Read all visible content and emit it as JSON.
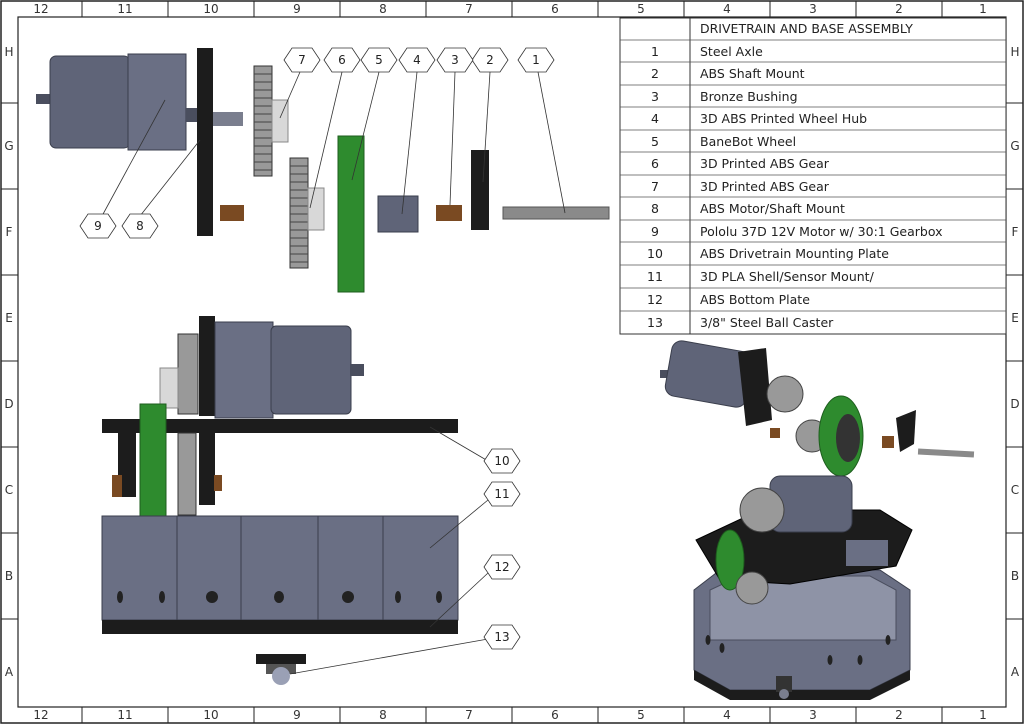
{
  "sheet": {
    "border_columns": [
      "12",
      "11",
      "10",
      "9",
      "8",
      "7",
      "6",
      "5",
      "4",
      "3",
      "2",
      "1"
    ],
    "border_rows": [
      "H",
      "G",
      "F",
      "E",
      "D",
      "C",
      "B",
      "A"
    ]
  },
  "bom": {
    "title": "DRIVETRAIN AND BASE ASSEMBLY",
    "items": [
      {
        "no": "1",
        "name": "Steel Axle"
      },
      {
        "no": "2",
        "name": "ABS Shaft Mount"
      },
      {
        "no": "3",
        "name": "Bronze Bushing"
      },
      {
        "no": "4",
        "name": "3D ABS Printed Wheel Hub"
      },
      {
        "no": "5",
        "name": "BaneBot Wheel"
      },
      {
        "no": "6",
        "name": "3D Printed ABS Gear"
      },
      {
        "no": "7",
        "name": "3D Printed ABS Gear"
      },
      {
        "no": "8",
        "name": "ABS Motor/Shaft Mount"
      },
      {
        "no": "9",
        "name": "Pololu 37D 12V Motor w/ 30:1 Gearbox"
      },
      {
        "no": "10",
        "name": "ABS Drivetrain Mounting Plate"
      },
      {
        "no": "11",
        "name": "3D PLA Shell/Sensor Mount/"
      },
      {
        "no": "12",
        "name": "ABS Bottom Plate"
      },
      {
        "no": "13",
        "name": "3/8\" Steel Ball Caster"
      }
    ]
  },
  "callouts": {
    "c1": "1",
    "c2": "2",
    "c3": "3",
    "c4": "4",
    "c5": "5",
    "c6": "6",
    "c7": "7",
    "c8": "8",
    "c9": "9",
    "c10": "10",
    "c11": "11",
    "c12": "12",
    "c13": "13"
  },
  "colors": {
    "motor": "#5f6478",
    "black_part": "#1c1c1c",
    "wheel_green": "#2e8b2e",
    "bronze": "#7a4a22",
    "steel": "#8a8a8a",
    "border": "#222"
  }
}
